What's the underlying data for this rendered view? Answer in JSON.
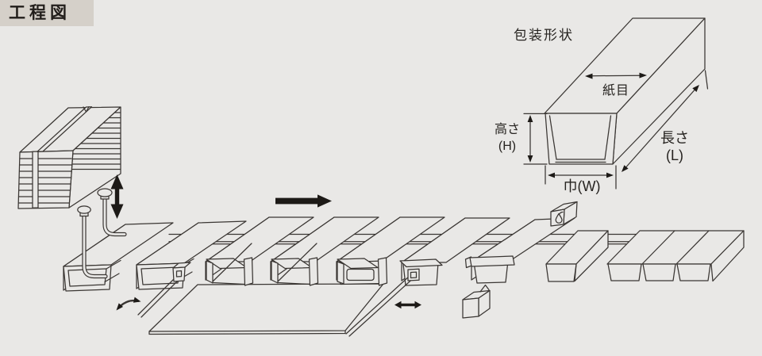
{
  "title": "工程図",
  "colors": {
    "background": "#e9e8e6",
    "line": "#3a3633",
    "title_background": "#d5d0c9",
    "title_text": "#211d1a",
    "label_text": "#262320",
    "solid_arrow": "#1d1a17"
  },
  "package_shape": {
    "heading": "包装形状",
    "labels": {
      "grain": "紙目",
      "height": "高さ",
      "height_symbol": "(H)",
      "length": "長さ",
      "length_symbol": "(L)",
      "width": "巾(W)"
    }
  },
  "diagram_icons": [
    "sheet-stack-icon",
    "suction-cup-icon",
    "lift-double-arrow-icon",
    "flow-arrow-icon",
    "conveyor-rails",
    "wrapping-sheet",
    "wrap-tube",
    "fold-station",
    "push-rod",
    "shuttle-double-arrow-icon",
    "glue-applicator",
    "glue-drop-icon",
    "sealed-package",
    "package-group",
    "swing-arrow-icon",
    "package-shape-box"
  ]
}
